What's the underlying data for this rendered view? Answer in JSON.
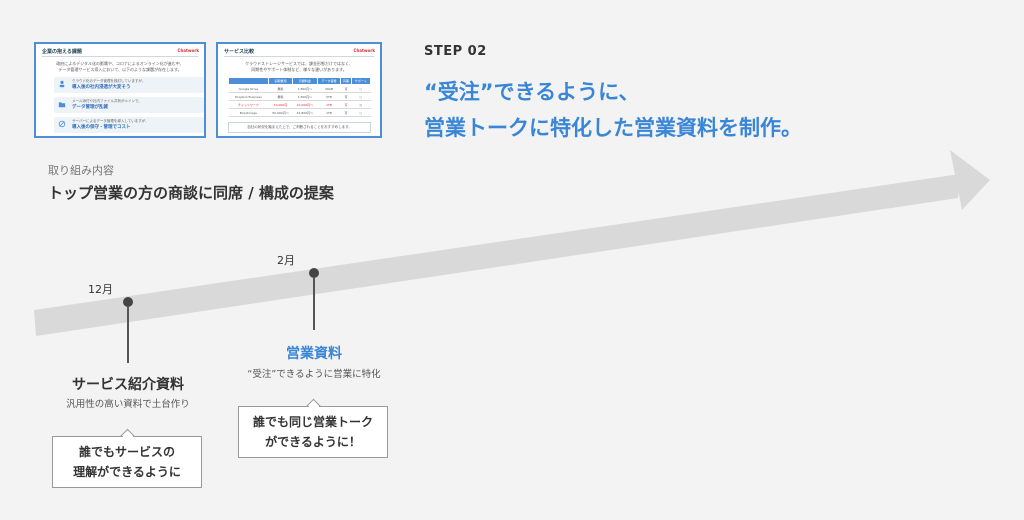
{
  "slide1": {
    "title": "企業の抱える課題",
    "logo": "Chatwork",
    "lead_line1": "政府によるデジタル化の影響や、コロナによるオンライン化が進む中、",
    "lead_line2": "データ管理サービス導入において、以下のような課題が存在します。",
    "cards": [
      {
        "icon": "people-icon",
        "small": "クラウド化のデータ管理を検討していますが、",
        "big": "導入後の社内浸透が大変そう"
      },
      {
        "icon": "folder-icon",
        "small": "メール添付や社内ファイル共有がメインで、",
        "big": "データ管理が乱雑"
      },
      {
        "icon": "cost-icon",
        "small": "サーバーによるデータ管理を導入していますが、",
        "big": "導入後の保守・管理でコスト"
      }
    ]
  },
  "slide2": {
    "title": "サービス比較",
    "logo": "Chatwork",
    "lead_line1": "クラウドストレージサービスでは、課金形態だけではなく、",
    "lead_line2": "同期性やサポート体制など、様々な違いがあります。",
    "headers": [
      "",
      "初期費用",
      "月額料金",
      "データ容量",
      "同期",
      "サポート"
    ],
    "rows": [
      [
        "Google Drive",
        "無料",
        "1,800円〜",
        "30GB",
        "可",
        "○"
      ],
      [
        "Dropbox Business",
        "無料",
        "1,500円〜",
        "5TB",
        "可",
        "○"
      ],
      [
        "チャットワーク",
        "10,000円",
        "10,000円〜",
        "1TB",
        "可",
        "◎"
      ],
      [
        "Boxstorage",
        "50,000円〜",
        "41,800円〜",
        "1TB",
        "可",
        "○"
      ]
    ],
    "footer": "自社の状況を踏まえた上で、ご判断されることをおすすめします。"
  },
  "step": {
    "label": "STEP 02",
    "headline_line1": "“受注”できるように、",
    "headline_line2": "営業トークに特化した営業資料を制作。"
  },
  "intro": {
    "small": "取り組み内容",
    "big": "トップ営業の方の商談に同席 / 構成の提案"
  },
  "timeline": {
    "milestones": [
      {
        "month": "12月",
        "title": "サービス紹介資料",
        "subtitle": "汎用性の高い資料で土台作り",
        "bubble": "誰でもサービスの\n理解ができるように"
      },
      {
        "month": "2月",
        "title": "営業資料",
        "subtitle": "“受注”できるように営業に特化",
        "bubble": "誰でも同じ営業トーク\nができるように！"
      }
    ]
  },
  "colors": {
    "accent": "#3a86d6",
    "arrow": "#d9d9d9",
    "text": "#333333"
  }
}
